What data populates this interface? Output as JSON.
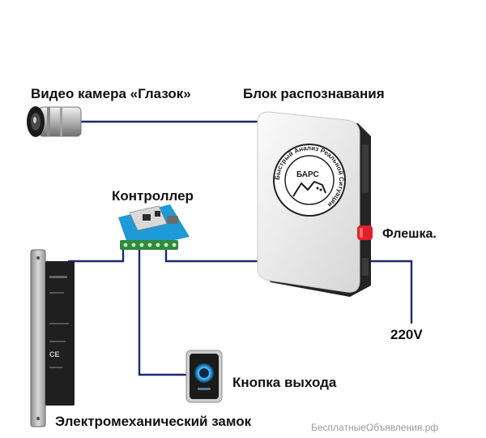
{
  "labels": {
    "camera": "Видео камера «Глазок»",
    "recognition_unit": "Блок распознавания",
    "controller": "Контроллер",
    "flash_drive": "Флешка.",
    "power": "220V",
    "exit_button": "Кнопка выхода",
    "lock": "Электромеханический замок"
  },
  "logo": {
    "name": "БАРС",
    "ring_text": "Быстрый Анализ Реальной Ситуации"
  },
  "lock_marking": "CE",
  "watermark": "БесплатныеОбъявления.рф",
  "colors": {
    "wire": "#1c2a6e",
    "controller_board": "#1e9ad6",
    "terminal_green": "#2e8b3a",
    "flash_red": "#e0202a",
    "exit_glow": "#3fb8ff",
    "unit_body": "#ededed"
  }
}
